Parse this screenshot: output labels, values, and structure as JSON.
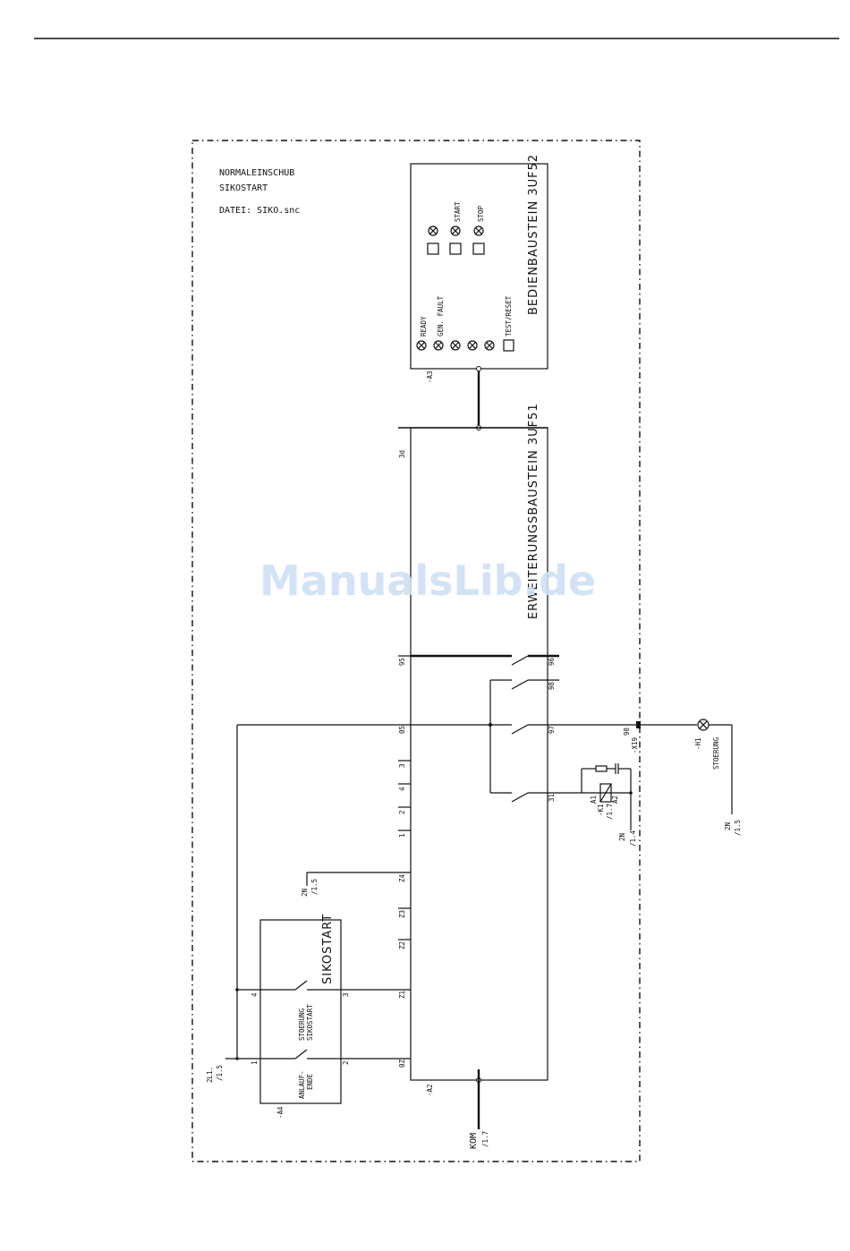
{
  "header": {
    "title_line1": "NORMALEINSCHUB",
    "title_line2": "SIKOSTART",
    "file_line": "DATEI: SIKO.snc"
  },
  "module_a3": {
    "ref": "-A3",
    "title": "BEDIENBAUSTEIN 3UF52",
    "leds_bottom": [
      "READY",
      "GEN. FAULT"
    ],
    "test_reset_label": "TEST/RESET",
    "top_labels": [
      "START",
      "STOP"
    ]
  },
  "module_a2": {
    "ref": "-A2",
    "title": "ERWEITERUNGSBAUSTEIN 3UF51",
    "terminal_top": "3d",
    "left_terminals": [
      "95",
      "05",
      "3",
      "4",
      "2",
      "1",
      "Z4",
      "Z3",
      "Z2",
      "Z1",
      "0Z"
    ],
    "right_terminals": [
      "96",
      "98",
      "97",
      "31"
    ]
  },
  "sikostart": {
    "ref": "-A4",
    "title": "SIKOSTART",
    "contact_upper": [
      "STOERUNG",
      "SIKOSTART"
    ],
    "contact_lower": [
      "ANLAUF-",
      "ENDE"
    ],
    "pins": [
      "4",
      "3",
      "1",
      "2"
    ]
  },
  "relay_k1": {
    "ref": "-K1",
    "ref_page": "/1.7",
    "pins": [
      "A1",
      "A2"
    ]
  },
  "lamp_h1": {
    "ref": "-H1",
    "label": "STOERUNG"
  },
  "x19": "-X19",
  "x19_pin": "98",
  "cross_refs": {
    "kom": "KOM",
    "kom_page": "/1.7",
    "n_mid": "2N",
    "n_mid_page": "/1.5",
    "n_k1": "2N",
    "n_k1_page": "/1.4",
    "n_h1": "2N",
    "n_h1_page": "/1.5",
    "l1": "2L1.",
    "l1_page": "/1.5"
  },
  "watermark": "ManualsLib.de"
}
